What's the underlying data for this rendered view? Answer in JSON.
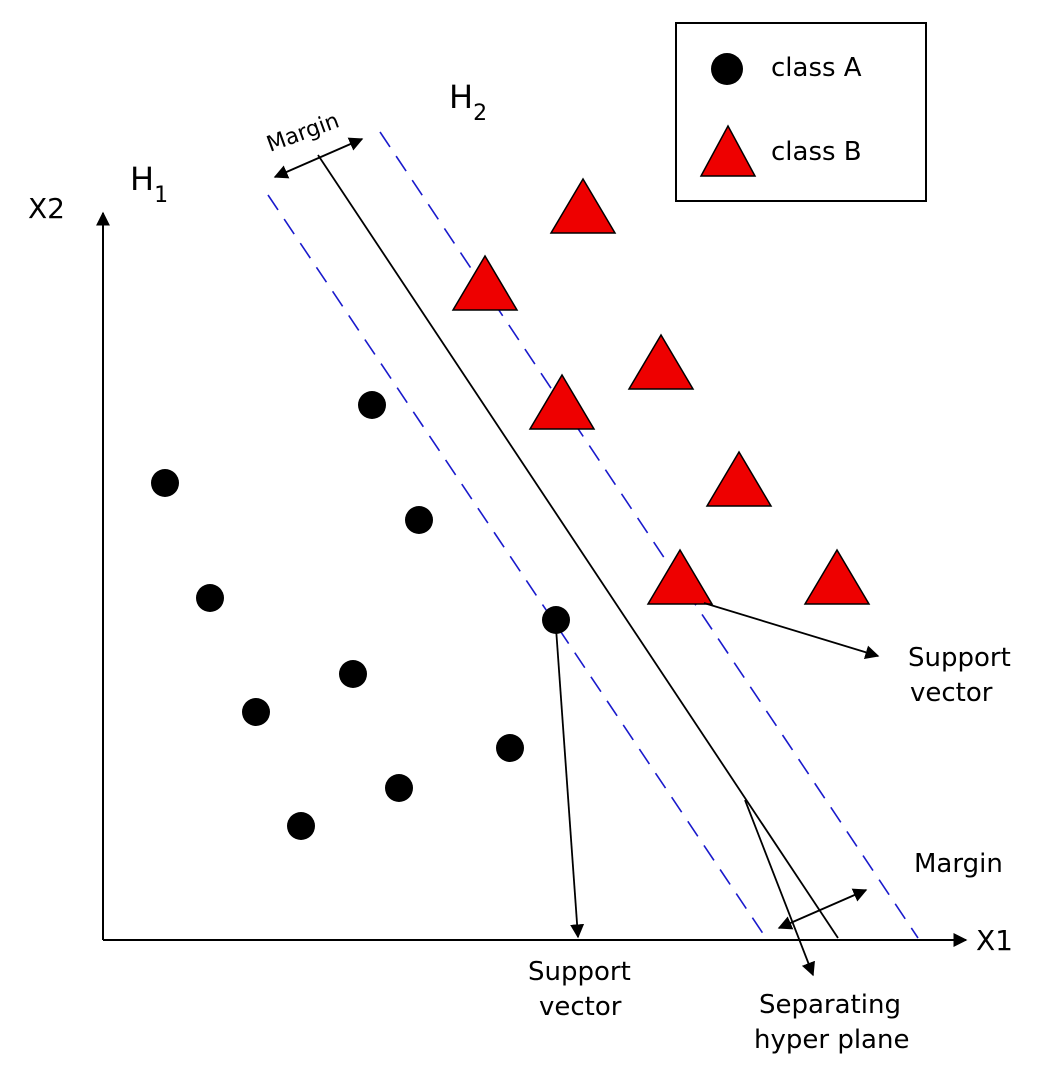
{
  "colors": {
    "class_a": "#000000",
    "class_b": "#ee0000",
    "margin_line": "#1a1acc",
    "ink": "#000000"
  },
  "axes": {
    "x_label": "X1",
    "y_label": "X2"
  },
  "hyperplane_labels": {
    "h1_letter": "H",
    "h1_sub": "1",
    "h2_letter": "H",
    "h2_sub": "2"
  },
  "legend": {
    "items": [
      {
        "symbol": "circle",
        "label": "class A"
      },
      {
        "symbol": "triangle",
        "label": "class B"
      }
    ]
  },
  "annotations": {
    "margin_top": "Margin",
    "margin_bottom": "Margin",
    "support_vector_a": [
      "Support",
      "vector"
    ],
    "support_vector_b": [
      "Support",
      "vector"
    ],
    "separating_plane": [
      "Separating",
      "hyper plane"
    ]
  }
}
